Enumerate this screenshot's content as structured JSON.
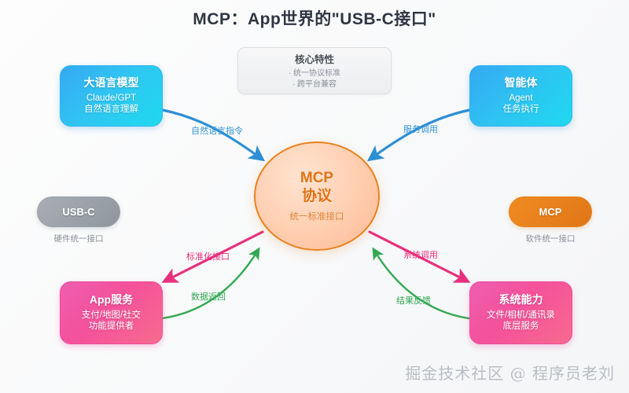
{
  "page": {
    "title": "MCP：App世界的\"USB-C接口\"",
    "background_color": "#fafafa",
    "watermark": "掘金技术社区 @ 程序员老刘"
  },
  "core_card": {
    "title": "核心特性",
    "items": [
      "· 统一协议标准",
      "· 跨平台兼容"
    ]
  },
  "center": {
    "line1": "MCP",
    "line2": "协议",
    "subtitle": "统一标准接口",
    "color": "#e07314",
    "border_color": "#e8821f"
  },
  "nodes": [
    {
      "id": "llm",
      "title": "大语言模型",
      "sub1": "Claude/GPT",
      "sub2": "自然语言理解",
      "color": "#2fb6ef"
    },
    {
      "id": "agent",
      "title": "智能体",
      "sub1": "Agent",
      "sub2": "任务执行",
      "color": "#2fb6ef"
    },
    {
      "id": "app",
      "title": "App服务",
      "sub1": "支付/地图/社交",
      "sub2": "功能提供者",
      "color": "#ee4c9c"
    },
    {
      "id": "sys",
      "title": "系统能力",
      "sub1": "文件/相机/通讯录",
      "sub2": "底层服务",
      "color": "#ee4c9c"
    }
  ],
  "pills": [
    {
      "id": "usbc",
      "label": "USB-C",
      "caption": "硬件统一接口",
      "color": "#9aa0a6"
    },
    {
      "id": "mcp",
      "label": "MCP",
      "caption": "软件统一接口",
      "color": "#e8801c"
    }
  ],
  "edges": [
    {
      "id": "nl",
      "label": "自然语言指令",
      "color": "#2f93d8",
      "from": "llm",
      "to": "center"
    },
    {
      "id": "svc",
      "label": "服务调用",
      "color": "#2f93d8",
      "from": "agent",
      "to": "center"
    },
    {
      "id": "std",
      "label": "标准化接口",
      "color": "#e8307d",
      "from": "center",
      "to": "app"
    },
    {
      "id": "data",
      "label": "数据返回",
      "color": "#32a852",
      "from": "app",
      "to": "center"
    },
    {
      "id": "syscall",
      "label": "系统调用",
      "color": "#e8307d",
      "from": "center",
      "to": "sys"
    },
    {
      "id": "result",
      "label": "结果反馈",
      "color": "#32a852",
      "from": "sys",
      "to": "center"
    }
  ]
}
